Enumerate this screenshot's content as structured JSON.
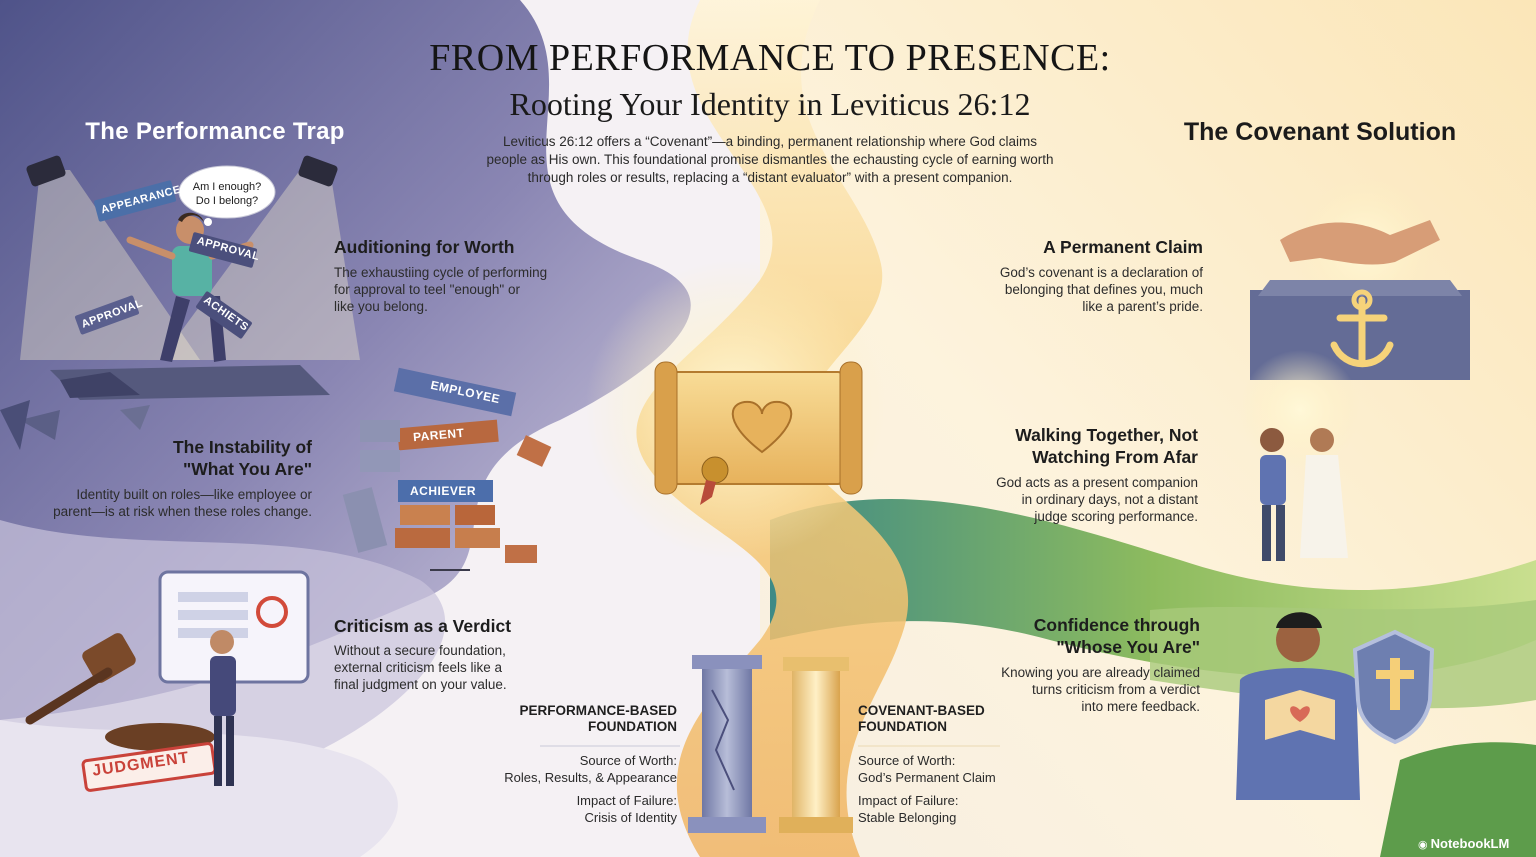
{
  "header": {
    "title": "FROM PERFORMANCE TO PRESENCE:",
    "subtitle": "Rooting Your Identity in Leviticus 26:12",
    "intro_lines": [
      "Leviticus 26:12 offers a “Covenant”—a binding, permanent relationship where God claims",
      "people as His own. This foundational promise dismantles the echausting cycle of earning worth",
      "through roles or results, replacing a “distant evaluator” with a present companion."
    ]
  },
  "left": {
    "section_title": "The Performance Trap",
    "thought_bubble": [
      "Am I enough?",
      "Do I belong?"
    ],
    "signs": [
      "APPEARANCE",
      "APPROVAL",
      "APPROVAL",
      "ACHIETS"
    ],
    "bricks": [
      "EMPLOYEE",
      "PARENT",
      "ACHIEVER"
    ],
    "stamp": "JUDGMENT",
    "items": [
      {
        "heading": "Auditioning for Worth",
        "body": [
          "The exhaustiing cycle of performing",
          "for approval to teel \"enough\" or",
          "like you belong."
        ]
      },
      {
        "heading_lines": [
          "The Instability of",
          "\"What You Are\""
        ],
        "body": [
          "Identity built on roles—like employee or",
          "parent—is at risk when these roles change."
        ]
      },
      {
        "heading": "Criticism as a Verdict",
        "body": [
          "Without a secure foundation,",
          "external criticism feels like a",
          "final judgment on your value."
        ]
      }
    ]
  },
  "right": {
    "section_title": "The Covenant Solution",
    "items": [
      {
        "heading": "A Permanent Claim",
        "body": [
          "God’s covenant is a declaration of",
          "belonging that defines you, much",
          "like a parent’s pride."
        ]
      },
      {
        "heading_lines": [
          "Walking Together, Not",
          "Watching From Afar"
        ],
        "body": [
          "God acts as a present companion",
          "in ordinary days, not a distant",
          "judge scoring performance."
        ]
      },
      {
        "heading_lines": [
          "Confidence through",
          "\"Whose You Are\""
        ],
        "body": [
          "Knowing you are already claimed",
          "turns criticism from a verdict",
          "into mere feedback."
        ]
      }
    ]
  },
  "foundations": {
    "performance": {
      "heading": [
        "PERFORMANCE-BASED",
        "FOUNDATION"
      ],
      "source_label": "Source of Worth:",
      "source_value": "Roles, Results, & Appearance",
      "impact_label": "Impact of Failure:",
      "impact_value": "Crisis of Identity"
    },
    "covenant": {
      "heading": [
        "COVENANT-BASED",
        "FOUNDATION"
      ],
      "source_label": "Source of Worth:",
      "source_value": "God’s Permanent Claim",
      "impact_label": "Impact of Failure:",
      "impact_value": "Stable Belonging"
    }
  },
  "branding": {
    "watermark": "NotebookLM"
  },
  "colors": {
    "left_dark": "#5e6394",
    "path_gold": "#f4c66a",
    "right_warm": "#f8e7c4",
    "green_hill": "#7fae5c",
    "teal_river": "#3f8f8f"
  }
}
